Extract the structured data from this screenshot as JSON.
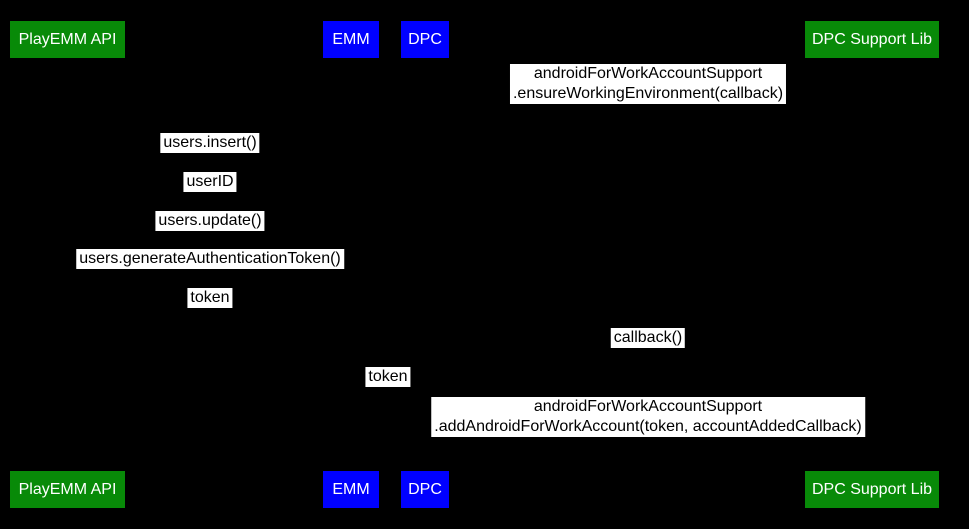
{
  "colors": {
    "background": "#000000",
    "actor_green": "#088A08",
    "actor_blue": "#0000FF",
    "actor_text": "#FFFFFF",
    "message_bg": "#FFFFFF",
    "message_text": "#000000"
  },
  "actors": [
    {
      "label": "PlayEMM API",
      "color_role": "green"
    },
    {
      "label": "EMM",
      "color_role": "blue"
    },
    {
      "label": "DPC",
      "color_role": "blue"
    },
    {
      "label": "DPC Support Lib",
      "color_role": "green"
    }
  ],
  "messages": [
    {
      "lines": [
        "androidForWorkAccountSupport",
        ".ensureWorkingEnvironment(callback)"
      ]
    },
    {
      "lines": [
        "users.insert()"
      ]
    },
    {
      "lines": [
        "userID"
      ]
    },
    {
      "lines": [
        "users.update()"
      ]
    },
    {
      "lines": [
        "users.generateAuthenticationToken()"
      ]
    },
    {
      "lines": [
        "token"
      ]
    },
    {
      "lines": [
        "callback()"
      ]
    },
    {
      "lines": [
        "token"
      ]
    },
    {
      "lines": [
        "androidForWorkAccountSupport",
        ".addAndroidForWorkAccount(token, accountAddedCallback)"
      ]
    }
  ]
}
